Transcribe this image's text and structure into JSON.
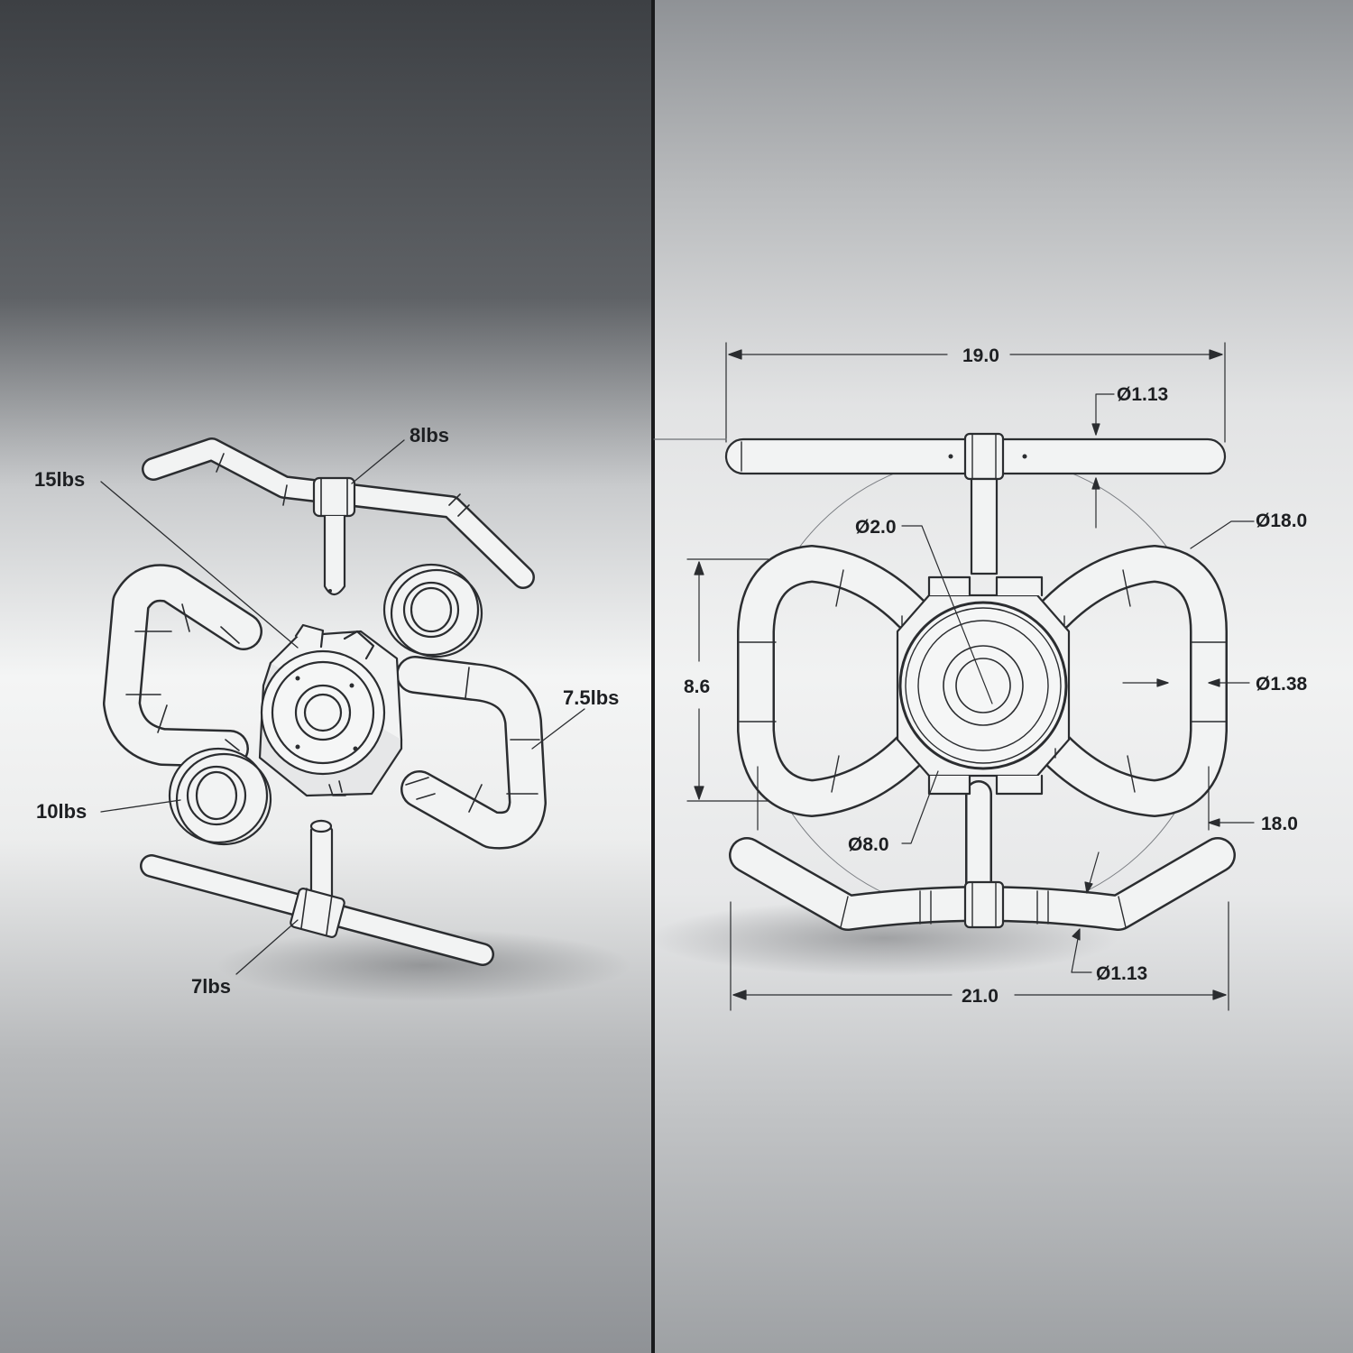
{
  "left_view": {
    "labels": [
      {
        "id": "lbl-8lbs",
        "text": "8lbs"
      },
      {
        "id": "lbl-15lbs",
        "text": "15lbs"
      },
      {
        "id": "lbl-7-5lbs",
        "text": "7.5lbs"
      },
      {
        "id": "lbl-10lbs",
        "text": "10lbs"
      },
      {
        "id": "lbl-7lbs",
        "text": "7lbs"
      }
    ]
  },
  "right_view": {
    "dimensions": {
      "top_width": "19.0",
      "bar_diameter_top": "Ø1.13",
      "outer_ring_diameter": "Ø18.0",
      "hub_bore_diameter": "Ø2.0",
      "side_height": "8.6",
      "grip_diameter": "Ø1.38",
      "side_offset": "18.0",
      "hub_diameter": "Ø8.0",
      "bar_diameter_bottom": "Ø1.13",
      "bottom_width": "21.0"
    }
  }
}
